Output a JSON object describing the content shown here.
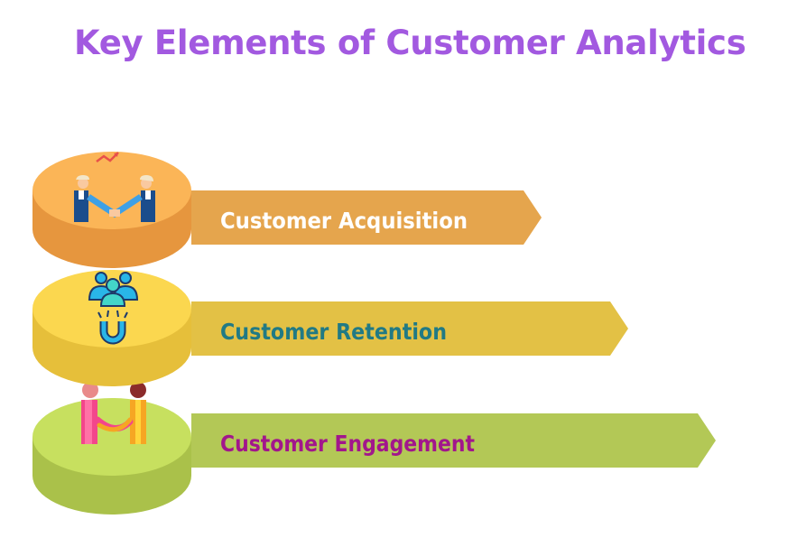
{
  "title": "Key Elements of Customer Analytics",
  "items": [
    {
      "label": "Customer Acquisition",
      "icon": "handshake-deal-icon",
      "colors": {
        "disk_top": "#fbb557",
        "disk_side": "#e6963e",
        "arrow": "#e5a54d",
        "text": "#ffffff"
      }
    },
    {
      "label": "Customer Retention",
      "icon": "team-magnet-icon",
      "colors": {
        "disk_top": "#fbd74f",
        "disk_side": "#e6bf3a",
        "arrow": "#e3c145",
        "text": "#217a84"
      }
    },
    {
      "label": "Customer Engagement",
      "icon": "handshake-people-icon",
      "colors": {
        "disk_top": "#c7e05f",
        "disk_side": "#aac14a",
        "arrow": "#b3c856",
        "text": "#a2168c"
      }
    }
  ]
}
